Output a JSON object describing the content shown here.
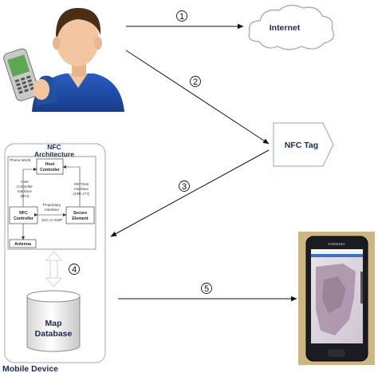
{
  "diagram": {
    "internet_label": "Internet",
    "nfc_tag_label": "NFC Tag",
    "arch_title_line1": "NFC",
    "arch_title_line2": "Architecture",
    "phone_world": "Phone World",
    "host_controller_line1": "Host",
    "host_controller_line2": "Controller",
    "nfc_controller_line1": "NFC",
    "nfc_controller_line2": "Controller",
    "secure_element_line1": "Secure",
    "secure_element_line2": "Element",
    "antenna": "Antenna",
    "host_iface_line1": "Host",
    "host_iface_line2": "Controller",
    "host_iface_line3": "Interface",
    "host_iface_line4": "(NCI)",
    "iso_iface_line1": "ISO7816",
    "iso_iface_line2": "Interface",
    "iso_iface_line3": "(JSR 177)",
    "prop_iface_line1": "Proprietary",
    "prop_iface_line2": "Interface",
    "prop_iface_line3": "S2C or SWP",
    "map_db_line1": "Map",
    "map_db_line2": "Database",
    "mobile_device": "Mobile Device",
    "phone_brand": "SAMSUNG",
    "steps": [
      "1",
      "2",
      "3",
      "4",
      "5"
    ]
  },
  "colors": {
    "cloud_stroke": "#8fa5c8",
    "frame_stroke": "#a9bbd6",
    "label_text": "#1b2a48",
    "shirt": "#1f47a0",
    "skin": "#f2c6a0",
    "hair": "#4a2e16"
  },
  "icons": [
    "person-with-phone-icon",
    "cloud-icon",
    "database-cylinder-icon",
    "smartphone-icon"
  ]
}
